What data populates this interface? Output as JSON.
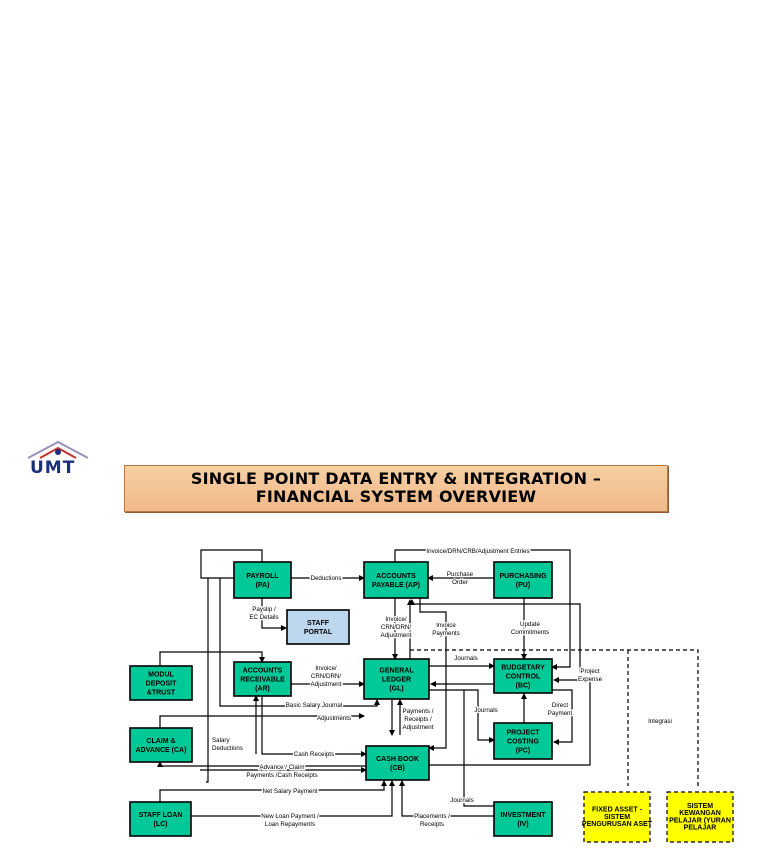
{
  "title": {
    "line1": "SINGLE POINT DATA ENTRY & INTEGRATION –",
    "line2": "FINANCIAL SYSTEM OVERVIEW"
  },
  "logo": {
    "text": "UMT"
  },
  "colors": {
    "module": "#00c896",
    "portal": "#bdd7ee",
    "external": "#ffff00",
    "banner": "#f4c598"
  },
  "nodes": {
    "payroll": [
      "PAYROLL",
      "(PA)"
    ],
    "ap": [
      "ACCOUNTS",
      "PAYABLE (AP)"
    ],
    "purchasing": [
      "PURCHASING",
      "(PU)"
    ],
    "portal": [
      "STAFF",
      "PORTAL"
    ],
    "modul": [
      "MODUL",
      "DEPOSIT",
      "&TRUST"
    ],
    "ar": [
      "ACCOUNTS",
      "RECEIVABLE",
      "(AR)"
    ],
    "gl": [
      "GENERAL",
      "LEDGER",
      "(GL)"
    ],
    "bc": [
      "BUDGETARY",
      "CONTROL",
      "(BC)"
    ],
    "claim": [
      "CLAIM &",
      "ADVANCE (CA)"
    ],
    "cashbook": [
      "CASH BOOK",
      "(CB)"
    ],
    "pc": [
      "PROJECT",
      "COSTING",
      "(PC)"
    ],
    "loan": [
      "STAFF LOAN",
      "(LC)"
    ],
    "investment": [
      "INVESTMENT",
      "(IV)"
    ],
    "fixedasset": [
      "FIXED ASSET -",
      "SISTEM",
      "PENGURUSAN ASET"
    ],
    "sistem": [
      "SISTEM",
      "KEWANGAN",
      "PELAJAR (YURAN",
      "PELAJAR"
    ]
  },
  "labels": {
    "invoice_entries": [
      "Invoice/DRN/CRB/Adjustment Entries"
    ],
    "deductions": [
      "Deductions"
    ],
    "purchase_order": [
      "Purchase",
      "Order"
    ],
    "payslip": [
      "Payslip /",
      "EC Details"
    ],
    "invoice_crn": [
      "Invoice/",
      "CRN/DRN/",
      "Adjustment"
    ],
    "invoice_payments": [
      "Invoice",
      "Payments"
    ],
    "update_commitments": [
      "Update",
      "Commitments"
    ],
    "journals_top": [
      "Journals"
    ],
    "project_expense": [
      "Project",
      "Expense"
    ],
    "invoice_crn_ar": [
      "Invoice/",
      "CRN/DRN/",
      "Adjustment"
    ],
    "basic_salary": [
      "Basic Salary Journal"
    ],
    "adjustments": [
      "Adjustments"
    ],
    "payments_receipts": [
      "Payments /",
      "Receipts /",
      "Adjustment"
    ],
    "journals_mid": [
      "Journals"
    ],
    "direct_payment": [
      "Direct",
      "Payment"
    ],
    "integrasi": [
      "Integrasi"
    ],
    "salary_deductions": [
      "Salary",
      "Deductions"
    ],
    "cash_receipts": [
      "Cash Receipts"
    ],
    "advance_claim": [
      "Advance / Claim",
      "Payments /Cash Receipts"
    ],
    "net_salary": [
      "Net Salary Payment"
    ],
    "journals_bottom": [
      "Journals"
    ],
    "new_loan": [
      "New Loan Payment /",
      "Loan Repayments"
    ],
    "placements": [
      "Placements /",
      "Receipts"
    ]
  }
}
